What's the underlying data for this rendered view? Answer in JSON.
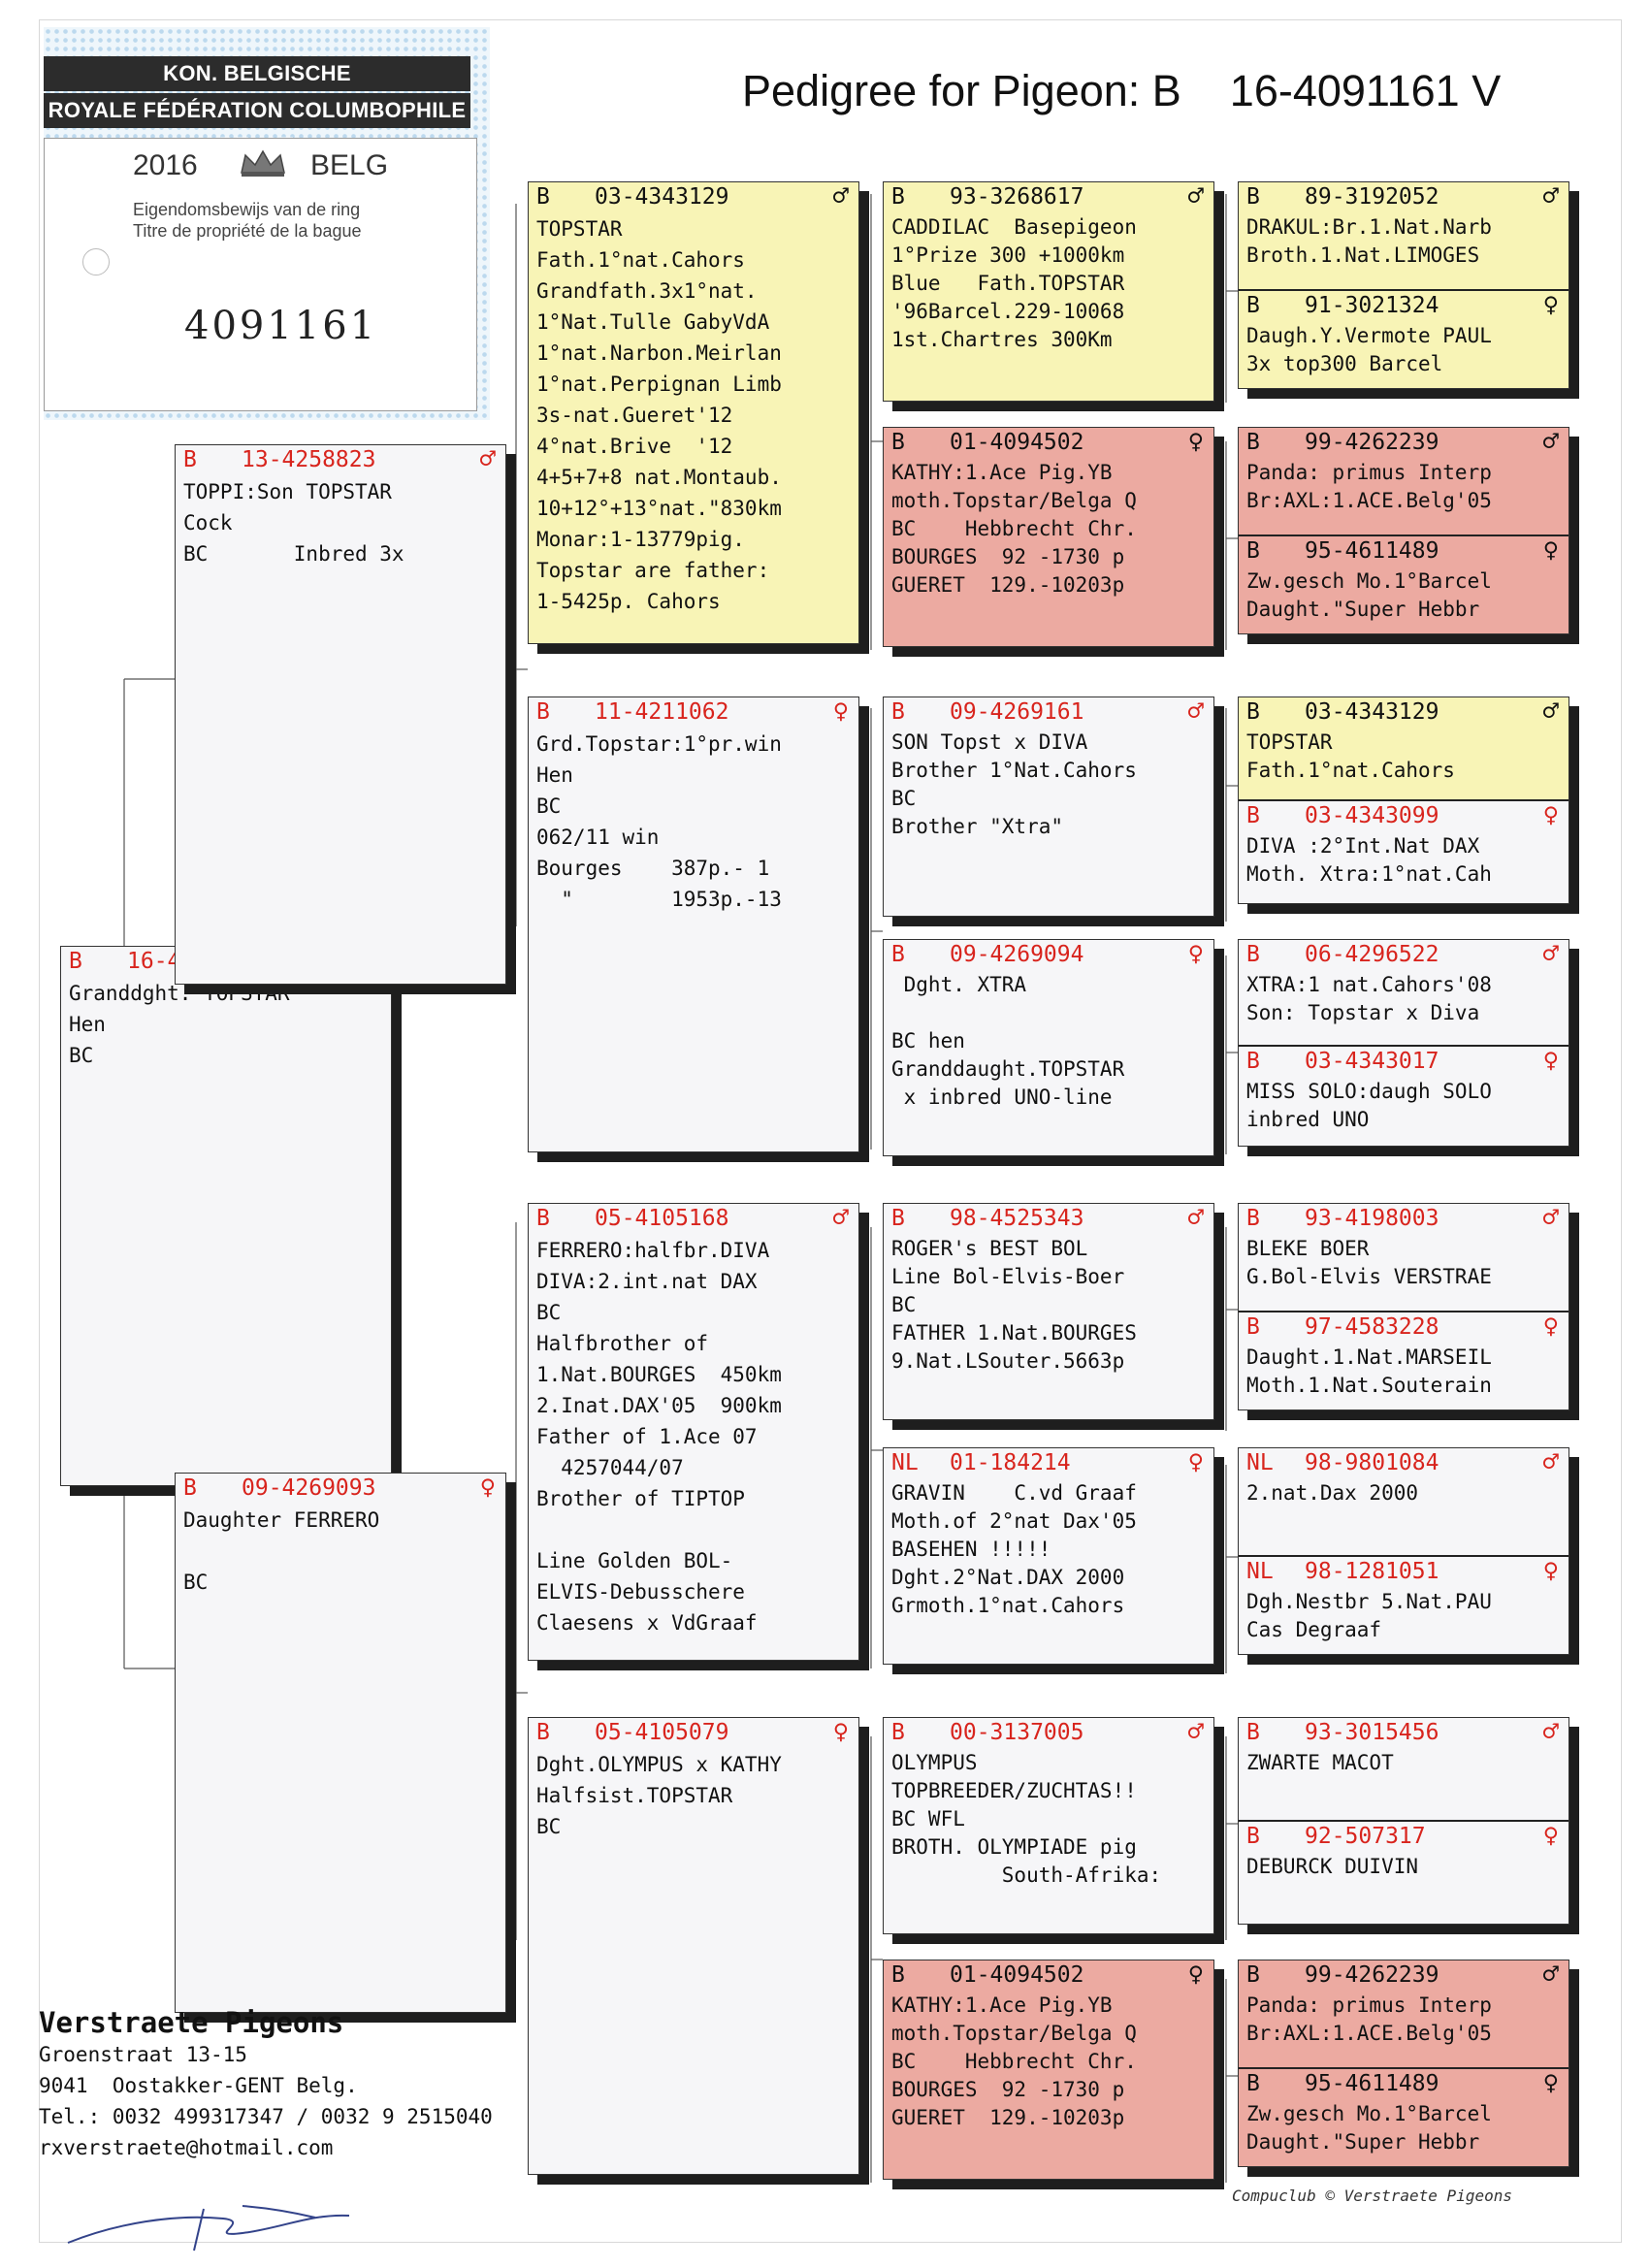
{
  "title": "Pedigree for Pigeon: B    16-4091161 V",
  "ring_card": {
    "line1": "KON. BELGISCHE DUIVENLIEFHEBBERSBOND",
    "line2": "ROYALE FÉDÉRATION COLUMBOPHILE BELGE",
    "year": "2016",
    "country": "BELG",
    "text1": "Eigendomsbewijs van de ring",
    "text2": "Titre de propriété de la bague",
    "number": "4091161"
  },
  "pigeons": {
    "subject": {
      "country": "B",
      "ring": "16-4091161",
      "sex": "♀",
      "color": "red",
      "info": "Granddght. TOPSTAR\nHen\nBC"
    },
    "sire": {
      "country": "B",
      "ring": "13-4258823",
      "sex": "♂",
      "color": "red",
      "info": "TOPPI:Son TOPSTAR\nCock\nBC       Inbred 3x"
    },
    "dam": {
      "country": "B",
      "ring": "09-4269093",
      "sex": "♀",
      "color": "red",
      "info": "Daughter FERRERO\n\nBC"
    },
    "ss": {
      "country": "B",
      "ring": "03-4343129",
      "sex": "♂",
      "color": "black",
      "info": "TOPSTAR\nFath.1°nat.Cahors\nGrandfath.3x1°nat.\n1°Nat.Tulle GabyVdA\n1°nat.Narbon.Meirlan\n1°nat.Perpignan Limb\n3s-nat.Gueret'12\n4°nat.Brive  '12\n4+5+7+8 nat.Montaub.\n10+12°+13°nat.\"830km\nMonar:1-13779pig.\nTopstar are father:\n1-5425p. Cahors"
    },
    "sd": {
      "country": "B",
      "ring": "11-4211062",
      "sex": "♀",
      "color": "red",
      "info": "Grd.Topstar:1°pr.win\nHen\nBC\n062/11 win\nBourges    387p.- 1\n  \"        1953p.-13"
    },
    "ds": {
      "country": "B",
      "ring": "05-4105168",
      "sex": "♂",
      "color": "red",
      "info": "FERRERO:halfbr.DIVA\nDIVA:2.int.nat DAX\nBC\nHalfbrother of\n1.Nat.BOURGES  450km\n2.Inat.DAX'05  900km\nFather of 1.Ace 07\n  4257044/07\nBrother of TIPTOP\n\nLine Golden BOL-\nELVIS-Debusschere\nClaesens x VdGraaf"
    },
    "dd": {
      "country": "B",
      "ring": "05-4105079",
      "sex": "♀",
      "color": "red",
      "info": "Dght.OLYMPUS x KATHY\nHalfsist.TOPSTAR\nBC"
    },
    "sss": {
      "country": "B",
      "ring": "93-3268617",
      "sex": "♂",
      "color": "black",
      "info": "CADDILAC  Basepigeon\n1°Prize 300 +1000km\nBlue   Fath.TOPSTAR\n'96Barcel.229-10068\n1st.Chartres 300Km"
    },
    "ssd": {
      "country": "B",
      "ring": "01-4094502",
      "sex": "♀",
      "color": "black",
      "info": "KATHY:1.Ace Pig.YB\nmoth.Topstar/Belga Q\nBC    Hebbrecht Chr.\nBOURGES  92 -1730 p\nGUERET  129.-10203p"
    },
    "sds": {
      "country": "B",
      "ring": "09-4269161",
      "sex": "♂",
      "color": "red",
      "info": "SON Topst x DIVA\nBrother 1°Nat.Cahors\nBC\nBrother \"Xtra\""
    },
    "sdd": {
      "country": "B",
      "ring": "09-4269094",
      "sex": "♀",
      "color": "red",
      "info": " Dght. XTRA\n\nBC hen\nGranddaught.TOPSTAR\n x inbred UNO-line"
    },
    "dss": {
      "country": "B",
      "ring": "98-4525343",
      "sex": "♂",
      "color": "red",
      "info": "ROGER's BEST BOL\nLine Bol-Elvis-Boer\nBC\nFATHER 1.Nat.BOURGES\n9.Nat.LSouter.5663p"
    },
    "dsd": {
      "country": "NL",
      "ring": "01-184214",
      "sex": "♀",
      "color": "red",
      "info": "GRAVIN    C.vd Graaf\nMoth.of 2°nat Dax'05\nBASEHEN !!!!!\nDght.2°Nat.DAX 2000\nGrmoth.1°nat.Cahors"
    },
    "dds": {
      "country": "B",
      "ring": "00-3137005",
      "sex": "♂",
      "color": "red",
      "info": "OLYMPUS\nTOPBREEDER/ZUCHTAS!!\nBC WFL\nBROTH. OLYMPIADE pig\n         South-Afrika:"
    },
    "ddd": {
      "country": "B",
      "ring": "01-4094502",
      "sex": "♀",
      "color": "black",
      "info": "KATHY:1.Ace Pig.YB\nmoth.Topstar/Belga Q\nBC    Hebbrecht Chr.\nBOURGES  92 -1730 p\nGUERET  129.-10203p"
    },
    "ssss": {
      "country": "B",
      "ring": "89-3192052",
      "sex": "♂",
      "color": "black",
      "info": "DRAKUL:Br.1.Nat.Narb\nBroth.1.Nat.LIMOGES"
    },
    "sssd": {
      "country": "B",
      "ring": "91-3021324",
      "sex": "♀",
      "color": "black",
      "info": "Daugh.Y.Vermote PAUL\n3x top300 Barcel"
    },
    "ssds": {
      "country": "B",
      "ring": "99-4262239",
      "sex": "♂",
      "color": "black",
      "info": "Panda: primus Interp\nBr:AXL:1.ACE.Belg'05"
    },
    "ssdd": {
      "country": "B",
      "ring": "95-4611489",
      "sex": "♀",
      "color": "black",
      "info": "Zw.gesch Mo.1°Barcel\nDaught.\"Super Hebbr"
    },
    "sdss": {
      "country": "B",
      "ring": "03-4343129",
      "sex": "♂",
      "color": "black",
      "info": "TOPSTAR\nFath.1°nat.Cahors"
    },
    "sdsd": {
      "country": "B",
      "ring": "03-4343099",
      "sex": "♀",
      "color": "red",
      "info": "DIVA :2°Int.Nat DAX\nMoth. Xtra:1°nat.Cah"
    },
    "sdds": {
      "country": "B",
      "ring": "06-4296522",
      "sex": "♂",
      "color": "red",
      "info": "XTRA:1 nat.Cahors'08\nSon: Topstar x Diva"
    },
    "sddd": {
      "country": "B",
      "ring": "03-4343017",
      "sex": "♀",
      "color": "red",
      "info": "MISS SOLO:daugh SOLO\ninbred UNO"
    },
    "dsss": {
      "country": "B",
      "ring": "93-4198003",
      "sex": "♂",
      "color": "red",
      "info": "BLEKE BOER\nG.Bol-Elvis VERSTRAE"
    },
    "dssd": {
      "country": "B",
      "ring": "97-4583228",
      "sex": "♀",
      "color": "red",
      "info": "Daught.1.Nat.MARSEIL\nMoth.1.Nat.Souterain"
    },
    "dsds": {
      "country": "NL",
      "ring": "98-9801084",
      "sex": "♂",
      "color": "red",
      "info": "2.nat.Dax 2000"
    },
    "dsdd": {
      "country": "NL",
      "ring": "98-1281051",
      "sex": "♀",
      "color": "red",
      "info": "Dgh.Nestbr 5.Nat.PAU\nCas Degraaf"
    },
    "ddss": {
      "country": "B",
      "ring": "93-3015456",
      "sex": "♂",
      "color": "red",
      "info": "ZWARTE MACOT"
    },
    "ddsd": {
      "country": "B",
      "ring": "92-507317",
      "sex": "♀",
      "color": "red",
      "info": "DEBURCK DUIVIN"
    },
    "ddds": {
      "country": "B",
      "ring": "99-4262239",
      "sex": "♂",
      "color": "black",
      "info": "Panda: primus Interp\nBr:AXL:1.ACE.Belg'05"
    },
    "dddd": {
      "country": "B",
      "ring": "95-4611489",
      "sex": "♀",
      "color": "black",
      "info": "Zw.gesch Mo.1°Barcel\nDaught.\"Super Hebbr"
    }
  },
  "breeder": {
    "name": "Verstraete Pigeons",
    "address1": "Groenstraat 13-15",
    "address2": "9041  Oostakker-GENT Belg.",
    "phone": "Tel.: 0032 499317347 / 0032 9 2515040",
    "email": "rxverstraete@hotmail.com"
  },
  "footer": "Compuclub © Verstraete Pigeons"
}
